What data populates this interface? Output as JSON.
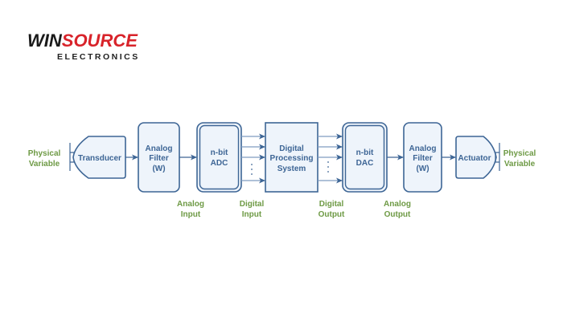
{
  "logo": {
    "brand_part1": "WIN",
    "brand_part2": "SOURCE",
    "subtitle": "ELECTRONICS",
    "color_dark": "#1a1a1a",
    "color_red": "#d8232a"
  },
  "diagram": {
    "input_variable": [
      "Physical",
      "Variable"
    ],
    "output_variable": [
      "Physical",
      "Variable"
    ],
    "blocks": {
      "transducer": "Transducer",
      "filter_in": [
        "Analog",
        "Filter",
        "(W)"
      ],
      "adc": [
        "n-bit",
        "ADC"
      ],
      "dsp": [
        "Digital",
        "Processing",
        "System"
      ],
      "dac": [
        "n-bit",
        "DAC"
      ],
      "filter_out": [
        "Analog",
        "Filter",
        "(W)"
      ],
      "actuator": "Actuator"
    },
    "signal_labels": {
      "analog_input": [
        "Analog",
        "Input"
      ],
      "digital_input": [
        "Digital",
        "Input"
      ],
      "digital_output": [
        "Digital",
        "Output"
      ],
      "analog_output": [
        "Analog",
        "Output"
      ]
    },
    "colors": {
      "block_stroke": "#3d6595",
      "block_fill": "#eef4fb",
      "label_green": "#6e9a45"
    }
  }
}
